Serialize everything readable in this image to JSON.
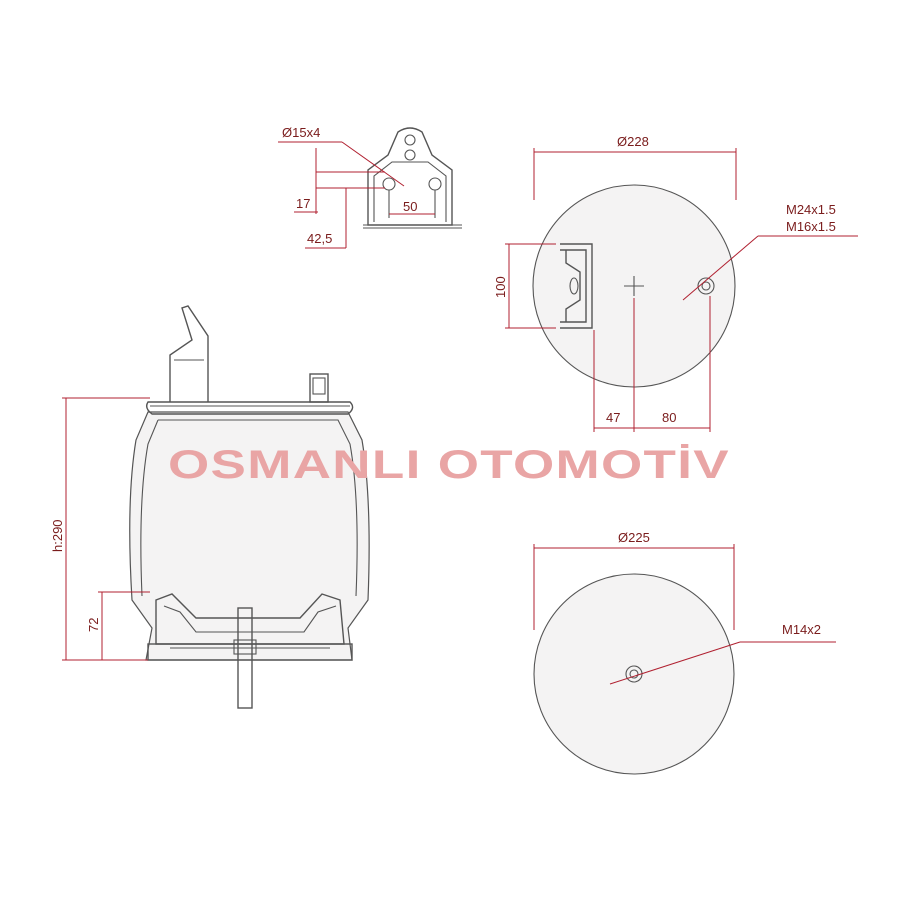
{
  "watermark": "OSMANLI OTOMOTİV",
  "colors": {
    "dimension": "#b02030",
    "outline": "#555555",
    "watermark": "#e9a5a5",
    "body_fill": "#f4f3f3"
  },
  "bracket_view": {
    "hole_label": "Ø15x4",
    "dim_17": "17",
    "dim_50": "50",
    "dim_42_5": "42,5"
  },
  "top_view": {
    "diameter_label": "Ø228",
    "thread_line1": "M24x1.5",
    "thread_line2": "M16x1.5",
    "dim_100": "100",
    "dim_47": "47",
    "dim_80": "80"
  },
  "side_view": {
    "height_label": "h:290",
    "dim_72": "72"
  },
  "bottom_view": {
    "diameter_label": "Ø225",
    "thread_label": "M14x2"
  }
}
